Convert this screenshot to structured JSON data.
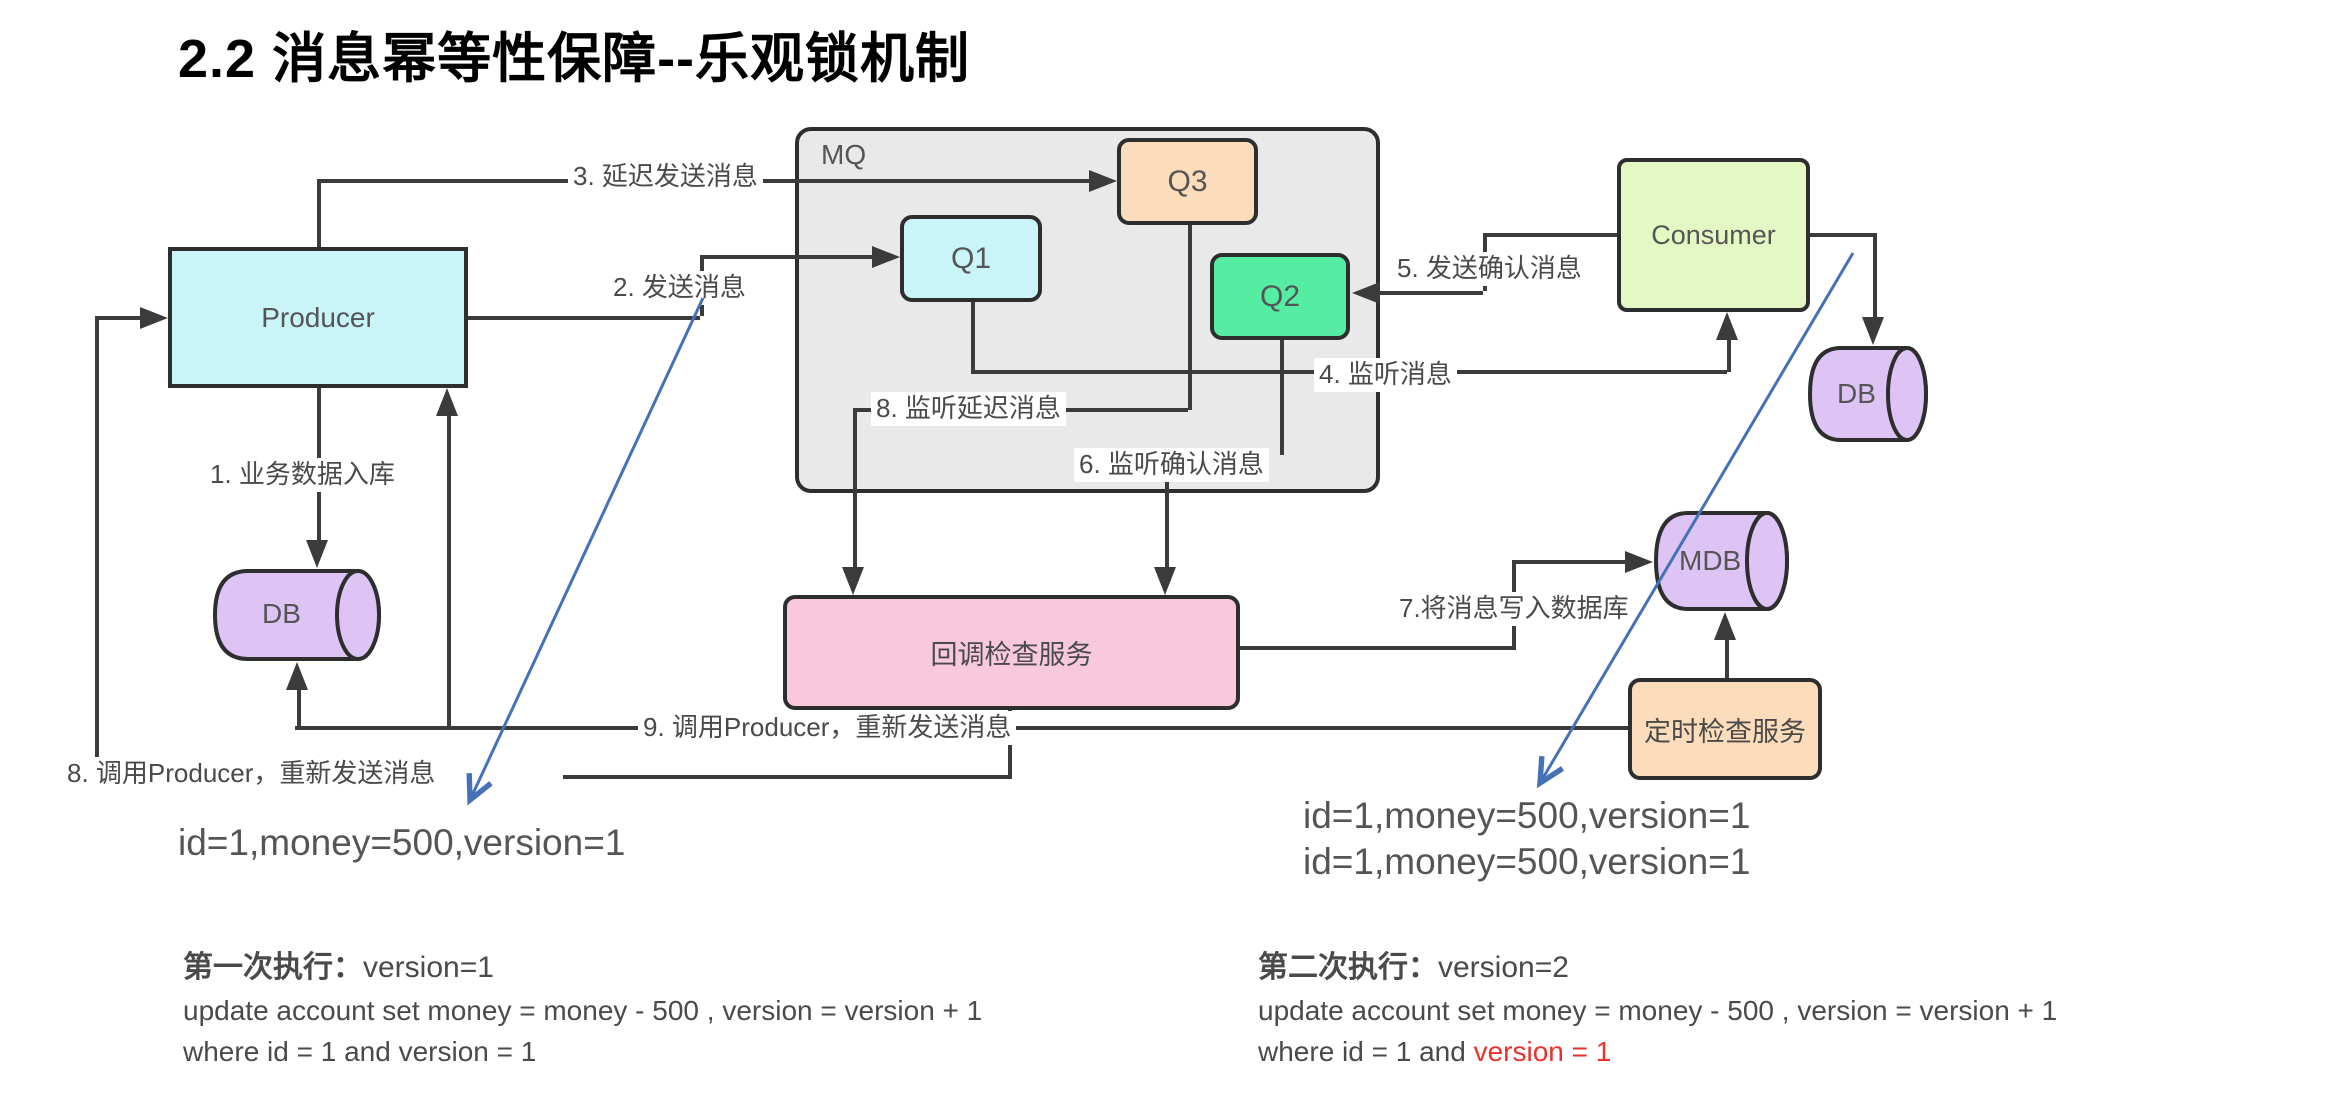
{
  "title": "2.2 消息幂等性保障--乐观锁机制",
  "nodes": {
    "producer": {
      "label": "Producer",
      "fill": "#c9f5f9"
    },
    "mq": {
      "label": "MQ",
      "fill": "#e9e9e9"
    },
    "q1": {
      "label": "Q1",
      "fill": "#c9f5f9"
    },
    "q2": {
      "label": "Q2",
      "fill": "#54eda1"
    },
    "q3": {
      "label": "Q3",
      "fill": "#fbdcbb"
    },
    "consumer": {
      "label": "Consumer",
      "fill": "#e4f8c4"
    },
    "db_left": {
      "label": "DB",
      "fill": "#ddc4f5"
    },
    "db_right": {
      "label": "DB",
      "fill": "#ddc4f5"
    },
    "mdb": {
      "label": "MDB",
      "fill": "#ddc4f5"
    },
    "callback_service": {
      "label": "回调检查服务",
      "fill": "#f8c8dc"
    },
    "timer_service": {
      "label": "定时检查服务",
      "fill": "#fbdcbb"
    }
  },
  "edges": {
    "e1": "1. 业务数据入库",
    "e2": "2. 发送消息",
    "e3": "3. 延迟发送消息",
    "e4": "4. 监听消息",
    "e5": "5. 发送确认消息",
    "e6": "6. 监听确认消息",
    "e7": "7.将消息写入数据库",
    "e8_listen": "8. 监听延迟消息",
    "e8_call": "8. 调用Producer，重新发送消息",
    "e9_call": "9. 调用Producer，重新发送消息"
  },
  "annotations": {
    "left_record": "id=1,money=500,version=1",
    "right_record_1": "id=1,money=500,version=1",
    "right_record_2": "id=1,money=500,version=1",
    "first_exec": {
      "title_cn": "第一次执行：",
      "title_en": "version=1",
      "line1": "update account set money = money - 500 , version = version + 1",
      "line2": "where id = 1 and version = 1"
    },
    "second_exec": {
      "title_cn": "第二次执行：",
      "title_en": "version=2",
      "line1": "update account set money = money - 500 , version = version + 1",
      "line2_prefix": "where id = 1 and ",
      "line2_highlight": "version = 1"
    }
  },
  "colors": {
    "line": "#3b3b3b",
    "border": "#2e2e2e",
    "blue_arrow": "#4472b8",
    "highlight_red": "#e8322d",
    "text": "#555555"
  }
}
